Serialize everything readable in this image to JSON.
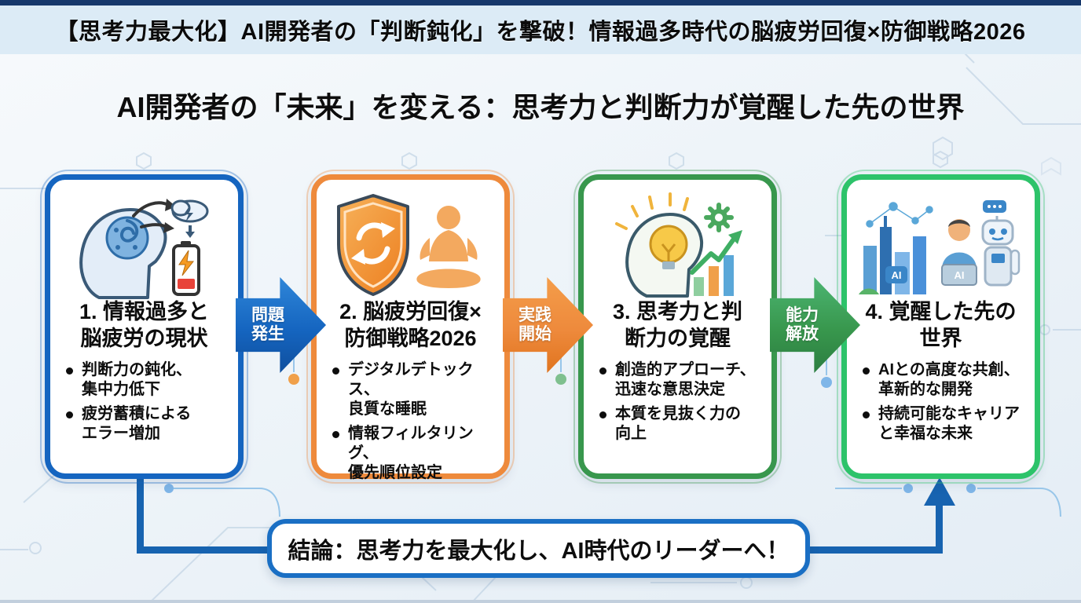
{
  "header": {
    "title": "【思考力最大化】AI開発者の「判断鈍化」を撃破！情報過多時代の脳疲労回復×防御戦略2026"
  },
  "main_title": "AI開発者の「未来」を変える：思考力と判断力が覚醒した先の世界",
  "flow": {
    "steps": [
      {
        "title": "1. 情報過多と\n脳疲労の現状",
        "bullets": [
          "判断力の鈍化、\n集中力低下",
          "疲労蓄積による\nエラー増加"
        ],
        "accent_color": "#1565c0",
        "icons": [
          "overloaded-brain-icon",
          "storm-cloud-icon",
          "low-battery-icon"
        ]
      },
      {
        "title": "2. 脳疲労回復×\n防御戦略2026",
        "bullets": [
          "デジタルデトックス、\n良質な睡眠",
          "情報フィルタリング、\n優先順位設定"
        ],
        "accent_color": "#ee8a3c",
        "icons": [
          "shield-sync-icon",
          "meditation-icon"
        ]
      },
      {
        "title": "3. 思考力と判\n断力の覚醒",
        "bullets": [
          "創造的アプローチ、\n迅速な意思決定",
          "本質を見抜く力の\n向上"
        ],
        "accent_color": "#38974d",
        "icons": [
          "idea-head-icon",
          "growth-chart-icon"
        ]
      },
      {
        "title": "4. 覚醒した先の\n世界",
        "bullets": [
          "AIとの高度な共創、\n革新的な開発",
          "持続可能なキャリア\nと幸福な未来"
        ],
        "accent_color": "#2dc36a",
        "icons": [
          "ai-city-icon",
          "human-robot-icon"
        ]
      }
    ],
    "arrows": [
      {
        "label": "問題\n発生",
        "color": "#1565c0"
      },
      {
        "label": "実践\n開始",
        "color": "#ee8a3c"
      },
      {
        "label": "能力\n解放",
        "color": "#38974d"
      }
    ],
    "conclusion": "結論：思考力を最大化し、AI時代のリーダーへ！",
    "connector_color": "#1763b0"
  }
}
